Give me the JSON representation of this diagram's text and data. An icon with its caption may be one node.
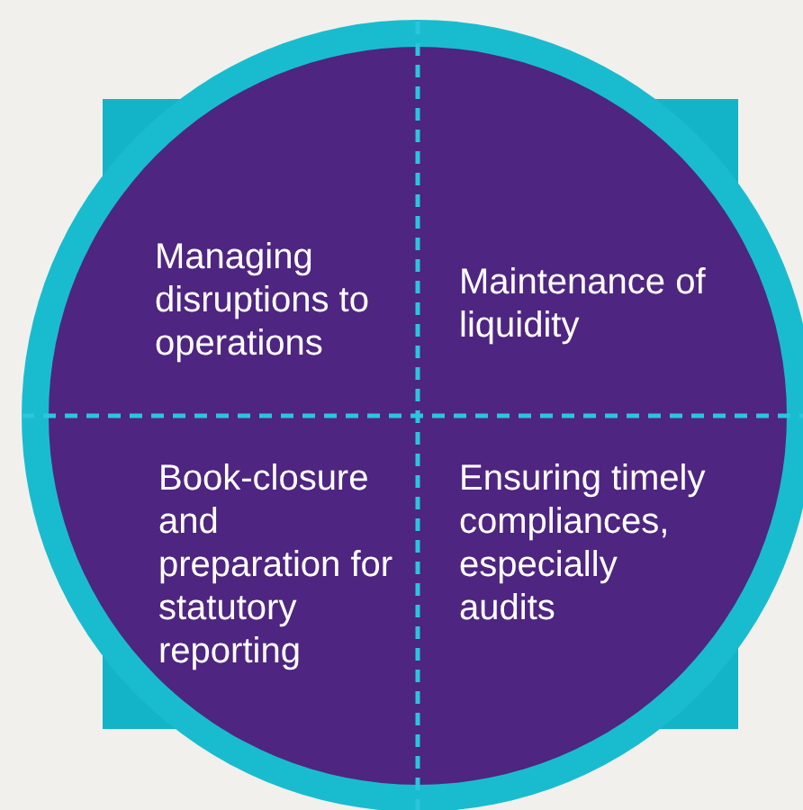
{
  "diagram": {
    "nodes": [
      {
        "text": [
          "Managing disruptions to operations"
        ]
      },
      {
        "text": [
          "Maintenance of liquidity"
        ]
      },
      {
        "text": [
          "Book-closure and preparation for statutory reporting"
        ]
      },
      {
        "text": [
          "Ensuring timely compliances, especially audits"
        ]
      }
    ]
  }
}
